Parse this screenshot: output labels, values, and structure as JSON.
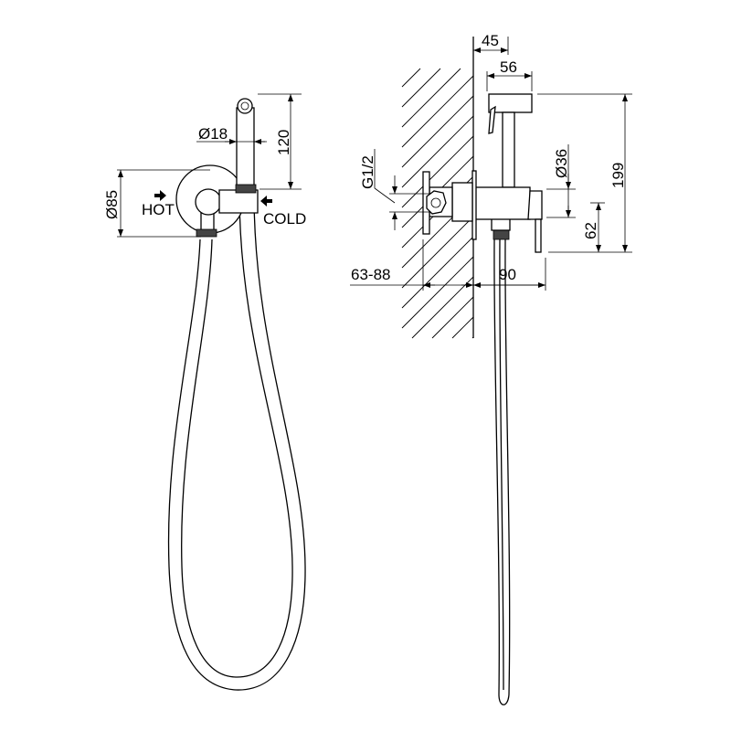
{
  "front_view": {
    "dim_height": "120",
    "dim_head_diameter": "Ø18",
    "dim_bracket_diameter": "Ø85",
    "label_hot": "HOT",
    "label_cold": "COLD"
  },
  "side_view": {
    "dim_wall_offset": "45",
    "dim_head_length": "56",
    "dim_body_diameter": "Ø36",
    "dim_total_height": "199",
    "dim_body_height": "62",
    "dim_thread": "G1/2",
    "dim_install_depth": "63-88",
    "dim_projection": "90"
  }
}
